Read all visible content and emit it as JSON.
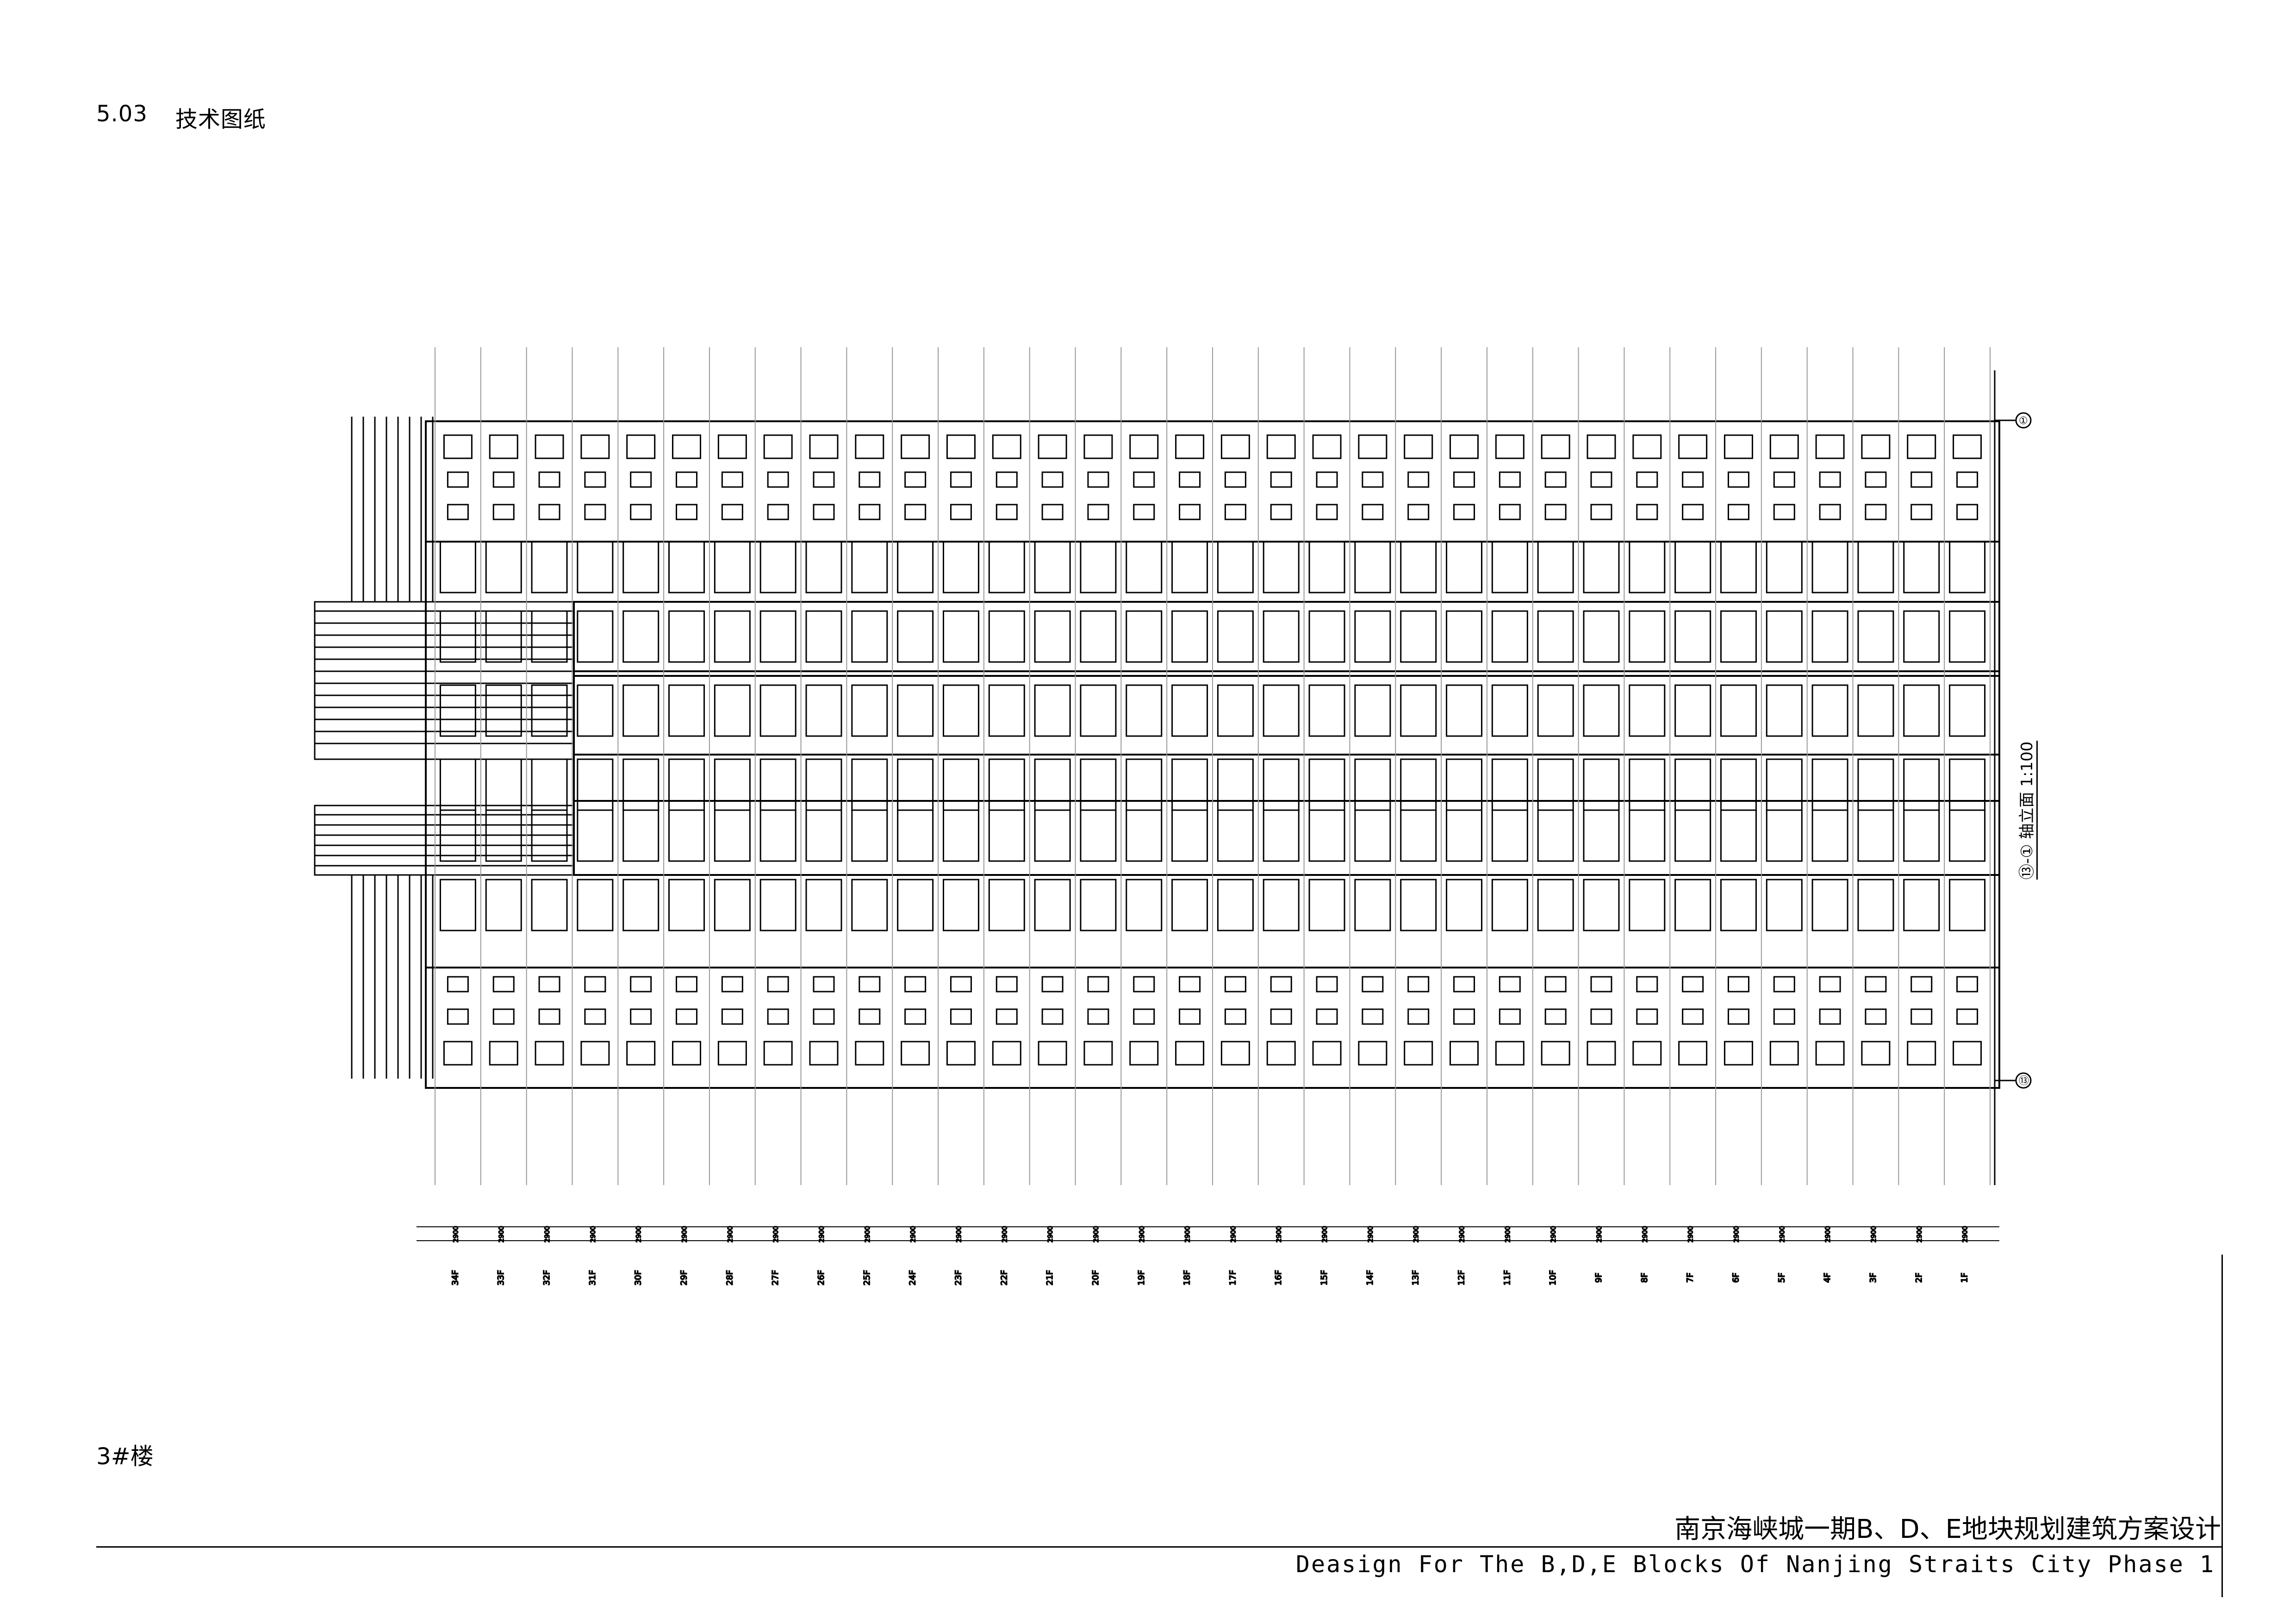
{
  "header": {
    "number": "5.03",
    "title": "技术图纸"
  },
  "building": "3#楼",
  "footer": {
    "title_cn": "南京海峡城一期B、D、E地块规划建筑方案设计",
    "title_en": "Deasign For The B,D,E Blocks Of Nanjing Straits City Phase 1"
  },
  "drawing": {
    "caption": "⑬-① 轴立面 1:100",
    "grid_top": "①",
    "grid_bottom": "⑬",
    "floor_labels": [
      "34F",
      "33F",
      "32F",
      "31F",
      "30F",
      "29F",
      "28F",
      "27F",
      "26F",
      "25F",
      "24F",
      "23F",
      "22F",
      "21F",
      "20F",
      "19F",
      "18F",
      "17F",
      "16F",
      "15F",
      "14F",
      "13F",
      "12F",
      "11F",
      "10F",
      "9F",
      "8F",
      "7F",
      "6F",
      "5F",
      "4F",
      "3F",
      "2F",
      "1F"
    ],
    "floor_height_label": "2900"
  }
}
